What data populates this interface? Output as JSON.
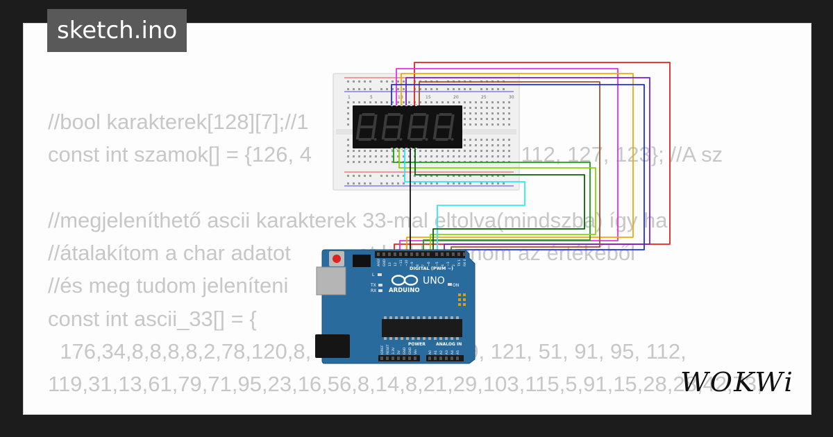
{
  "title": "sketch.ino",
  "code_lines": [
    "//bool karakterek[128][7];//1              k memoria",
    "const int szamok[] = {126, 4                           , 95, 112, 127, 123}; //A sz",
    "",
    "//megjeleníthető ascii karakterek 33-mal eltolva(mindszba) így ha",
    "//átalakítom a char adatot          -at kell kivonnom az értékéből",
    "//és meg tudom jeleníteni                  tert",
    "const int ascii_33[] = {",
    "  176,34,8,8,8,8,2,78,120,8,            6, 48, 109, 121, 51, 91, 95, 112,",
    "119,31,13,61,79,71,95,23,16,56,8,14,8,21,29,103,115,5,91,15,28,28,42,73,"
  ],
  "breadboard": {
    "column_numbers": [
      "1",
      "5",
      "10",
      "15",
      "20",
      "25",
      "30"
    ]
  },
  "display": {
    "digits": [
      "8",
      "8",
      "8",
      "8"
    ]
  },
  "arduino": {
    "brand": "ARDUINO",
    "model": "UNO",
    "header_label": "DIGITAL (PWM ~)",
    "power_label": "POWER",
    "analog_label": "ANALOG IN",
    "on_label": "ON",
    "l_label": "L",
    "tx_label": "TX",
    "rx_label": "RX",
    "digital_pins": [
      "AREF",
      "GND",
      "13",
      "12",
      "~11",
      "~10",
      "~9",
      "8",
      "7",
      "~6",
      "~5",
      "4",
      "~3",
      "2",
      "TX 1",
      "RX 0"
    ],
    "power_pins": [
      "IOREF",
      "RESET",
      "3.3V",
      "5V",
      "GND",
      "GND",
      "Vin"
    ],
    "analog_pins": [
      "A0",
      "A1",
      "A2",
      "A3",
      "A4",
      "A5"
    ]
  },
  "logo": "WOKWi",
  "colors": {
    "background": "#1c1c1c",
    "board_blue": "#2a6b9e",
    "wire_red": "#e2231a",
    "wire_magenta": "#e62ee6",
    "wire_orange": "#f2a900",
    "wire_purple": "#7a1fc8",
    "wire_blue": "#1f2ee0",
    "wire_brown": "#a0522d",
    "wire_green": "#14a014",
    "wire_lime": "#88d400",
    "wire_cyan": "#2ee8f2",
    "wire_darkgreen": "#006400",
    "wire_black": "#111111"
  }
}
